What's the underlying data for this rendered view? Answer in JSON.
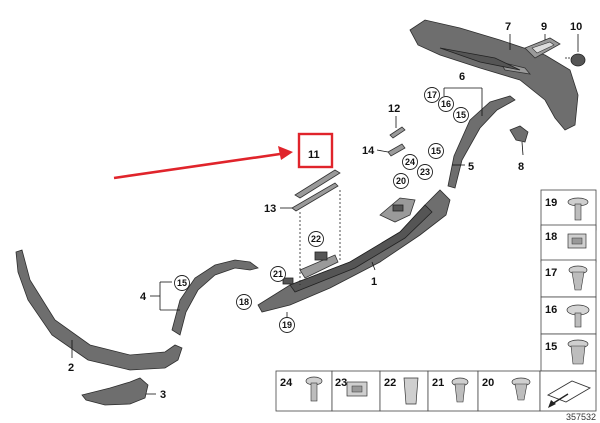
{
  "callouts": {
    "p1": "1",
    "p2": "2",
    "p3": "3",
    "p4": "4",
    "p5": "5",
    "p6": "6",
    "p7": "7",
    "p8": "8",
    "p9": "9",
    "p10": "10",
    "p11": "11",
    "p12": "12",
    "p13": "13",
    "p14": "14"
  },
  "circled": {
    "c15_a": "15",
    "c15_b": "15",
    "c15_c": "15",
    "c16": "16",
    "c17": "17",
    "c18": "18",
    "c19": "19",
    "c20": "20",
    "c21": "21",
    "c22": "22",
    "c23": "23",
    "c24": "24"
  },
  "fastener_table": {
    "column": [
      "19",
      "18",
      "17",
      "16",
      "15"
    ],
    "row": [
      "24",
      "23",
      "22",
      "21",
      "20"
    ]
  },
  "doc_number": "357532",
  "highlight_color": "#e0242b",
  "arrow_color": "#e0242b"
}
